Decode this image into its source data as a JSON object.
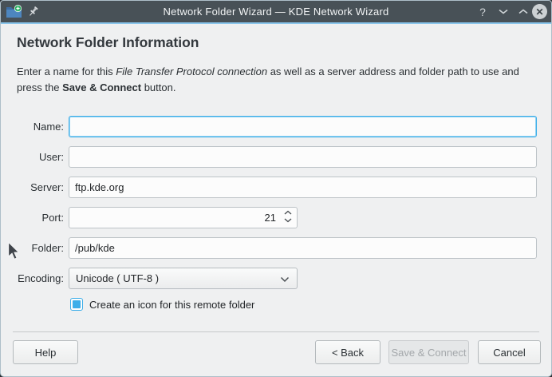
{
  "window": {
    "title": "Network Folder Wizard — KDE Network Wizard",
    "controls": {
      "help_label": "?",
      "close_label": "✕"
    },
    "colors": {
      "titlebar_bg": "#485157",
      "accent_blue": "#3daee9",
      "titlebar_accent_line": "#8ac6ec",
      "window_bg": "#eff0f1",
      "input_bg": "#fcfcfc",
      "input_border": "#bdc3c7",
      "disabled_text": "#a4a8ab"
    }
  },
  "page": {
    "heading": "Network Folder Information",
    "description": {
      "part1": "Enter a name for this ",
      "italic": "File Transfer Protocol connection",
      "part2": " as well as a server address and folder path to use and press the ",
      "bold": "Save & Connect",
      "part3": " button."
    }
  },
  "form": {
    "name": {
      "label": "Name:",
      "value": "",
      "focused": true
    },
    "user": {
      "label": "User:",
      "value": ""
    },
    "server": {
      "label": "Server:",
      "value": "ftp.kde.org"
    },
    "port": {
      "label": "Port:",
      "value": "21"
    },
    "folder": {
      "label": "Folder:",
      "value": "/pub/kde"
    },
    "encoding": {
      "label": "Encoding:",
      "value": "Unicode ( UTF-8 )"
    },
    "checkbox": {
      "label": "Create an icon for this remote folder",
      "checked": true
    }
  },
  "buttons": {
    "help": "Help",
    "back": "< Back",
    "save_connect": "Save & Connect",
    "save_connect_enabled": false,
    "cancel": "Cancel"
  }
}
